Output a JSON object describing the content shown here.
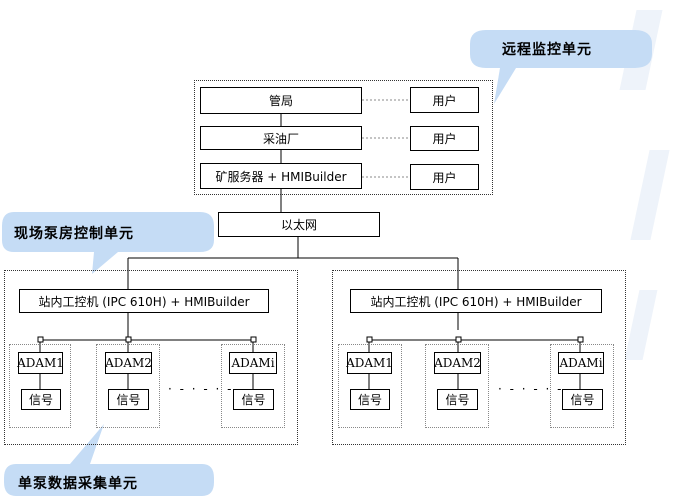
{
  "callouts": {
    "remote": "远程监控单元",
    "pumphouse": "现场泵房控制单元",
    "collection": "单泵数据采集单元"
  },
  "remote_unit": {
    "levels": [
      {
        "label": "管局",
        "user": "用户"
      },
      {
        "label": "采油厂",
        "user": "用户"
      },
      {
        "label": "矿服务器 +  HMIBuilder",
        "user": "用户"
      }
    ]
  },
  "network": {
    "label": "以太网"
  },
  "stations": [
    {
      "ipc": "站内工控机 (IPC 610H) +    HMIBuilder",
      "adams": [
        {
          "adam": "ADAM1",
          "signal": "信号"
        },
        {
          "adam": "ADAM2",
          "signal": "信号"
        },
        {
          "adam": "ADAMi",
          "signal": "信号"
        }
      ],
      "ellipsis": "· - · - · -"
    },
    {
      "ipc": "站内工控机 (IPC 610H) + HMIBuilder",
      "adams": [
        {
          "adam": "ADAM1",
          "signal": "信号"
        },
        {
          "adam": "ADAM2",
          "signal": "信号"
        },
        {
          "adam": "ADAMi",
          "signal": "信号"
        }
      ],
      "ellipsis": "· - · - · -"
    }
  ],
  "colors": {
    "callout_fill": "#c5dcf5",
    "line": "#000000",
    "group_border": "#333333"
  }
}
